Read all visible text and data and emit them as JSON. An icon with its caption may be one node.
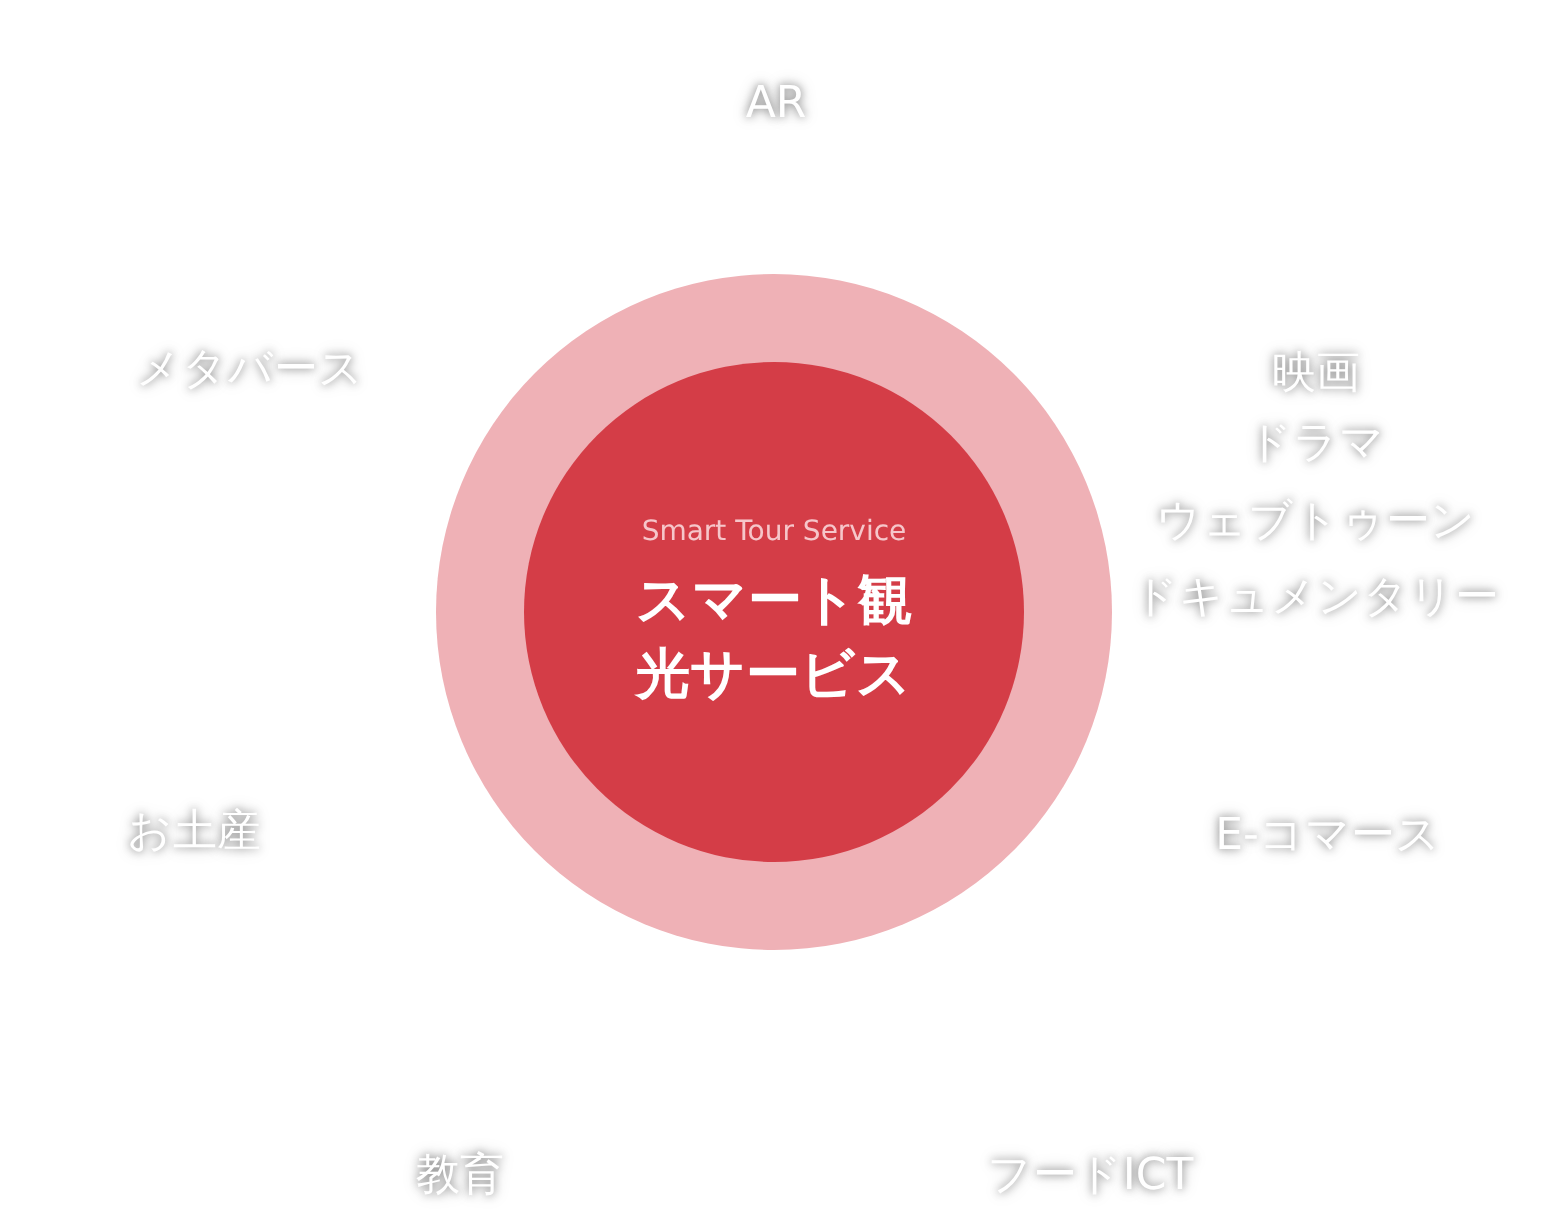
{
  "diagram": {
    "nodes": [
      {
        "text": [],
        "shape": "circle"
      },
      {
        "text": [
          "Smart Tour Service",
          "スマート観光サービス"
        ],
        "in": 0
      }
    ],
    "labels": [
      "AR",
      "メタバース",
      "映画",
      "ドラマ",
      "ウェブトゥーン",
      "ドキュメンタリー",
      "お土産",
      "E-コマース",
      "教育",
      "フードICT"
    ]
  }
}
